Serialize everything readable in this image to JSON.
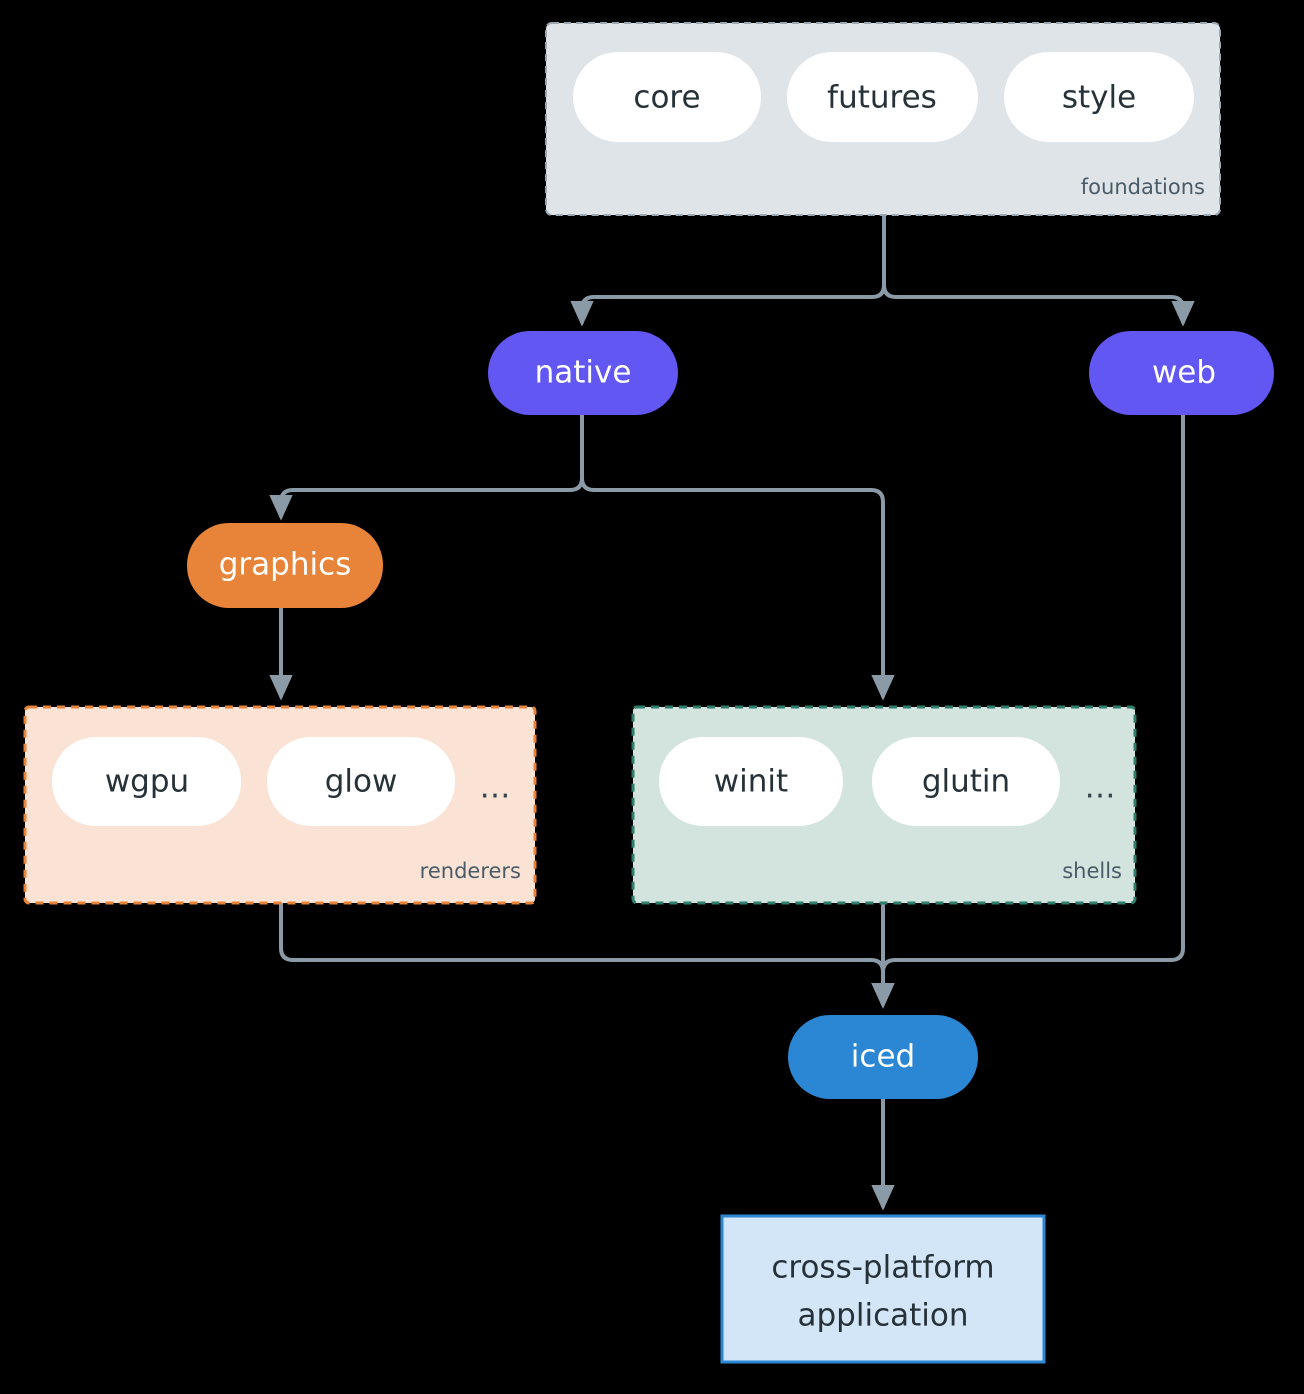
{
  "diagram": {
    "type": "flowchart",
    "direction": "top-down",
    "background": "#000000",
    "edge_color": "#8b9aa7",
    "groups": [
      {
        "id": "foundations",
        "label": "foundations",
        "fill": "#dfe4e8",
        "border": "#9aa8b4",
        "border_style": "dashed",
        "members": [
          "core",
          "futures",
          "style"
        ]
      },
      {
        "id": "renderers",
        "label": "renderers",
        "fill": "#fae3d5",
        "border": "#e8833a",
        "border_style": "dashed",
        "members": [
          "wgpu",
          "glow",
          "…"
        ]
      },
      {
        "id": "shells",
        "label": "shells",
        "fill": "#d3e3dd",
        "border": "#2f7d6b",
        "border_style": "dashed",
        "members": [
          "winit",
          "glutin",
          "…"
        ]
      }
    ],
    "nodes": [
      {
        "id": "core",
        "label": "core",
        "shape": "pill",
        "fill": "#ffffff",
        "text_color": "#263238"
      },
      {
        "id": "futures",
        "label": "futures",
        "shape": "pill",
        "fill": "#ffffff",
        "text_color": "#263238"
      },
      {
        "id": "style",
        "label": "style",
        "shape": "pill",
        "fill": "#ffffff",
        "text_color": "#263238"
      },
      {
        "id": "native",
        "label": "native",
        "shape": "stadium",
        "fill": "#6257f2",
        "text_color": "#ffffff"
      },
      {
        "id": "web",
        "label": "web",
        "shape": "stadium",
        "fill": "#6257f2",
        "text_color": "#ffffff"
      },
      {
        "id": "graphics",
        "label": "graphics",
        "shape": "stadium",
        "fill": "#e8833a",
        "text_color": "#ffffff"
      },
      {
        "id": "wgpu",
        "label": "wgpu",
        "shape": "pill",
        "fill": "#ffffff",
        "text_color": "#263238"
      },
      {
        "id": "glow",
        "label": "glow",
        "shape": "pill",
        "fill": "#ffffff",
        "text_color": "#263238"
      },
      {
        "id": "renderers_more",
        "label": "…",
        "shape": "text",
        "fill": "none",
        "text_color": "#37474f"
      },
      {
        "id": "winit",
        "label": "winit",
        "shape": "pill",
        "fill": "#ffffff",
        "text_color": "#263238"
      },
      {
        "id": "glutin",
        "label": "glutin",
        "shape": "pill",
        "fill": "#ffffff",
        "text_color": "#263238"
      },
      {
        "id": "shells_more",
        "label": "…",
        "shape": "text",
        "fill": "none",
        "text_color": "#37474f"
      },
      {
        "id": "iced",
        "label": "iced",
        "shape": "stadium",
        "fill": "#2b87d4",
        "text_color": "#ffffff"
      },
      {
        "id": "application",
        "label_line1": "cross-platform",
        "label_line2": "application",
        "shape": "rect",
        "fill": "#d3e6f8",
        "border": "#2b87d4",
        "text_color": "#263238"
      }
    ],
    "edges": [
      {
        "from": "foundations",
        "to": "native"
      },
      {
        "from": "foundations",
        "to": "web"
      },
      {
        "from": "native",
        "to": "graphics"
      },
      {
        "from": "native",
        "to": "shells"
      },
      {
        "from": "graphics",
        "to": "renderers"
      },
      {
        "from": "renderers",
        "to": "iced"
      },
      {
        "from": "shells",
        "to": "iced"
      },
      {
        "from": "web",
        "to": "iced"
      },
      {
        "from": "iced",
        "to": "application"
      }
    ]
  }
}
